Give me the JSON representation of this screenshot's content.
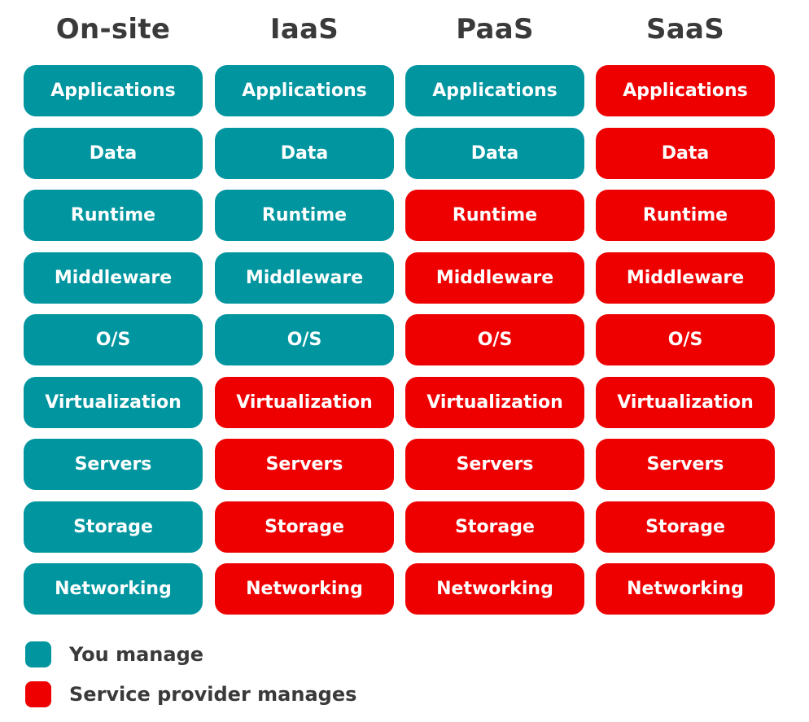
{
  "colors": {
    "you": "#00959f",
    "provider": "#ee0000",
    "text": "#3a3a3a"
  },
  "layers": [
    "Applications",
    "Data",
    "Runtime",
    "Middleware",
    "O/S",
    "Virtualization",
    "Servers",
    "Storage",
    "Networking"
  ],
  "columns": [
    {
      "title": "On-site",
      "provider_from": 9
    },
    {
      "title": "IaaS",
      "provider_from": 5
    },
    {
      "title": "PaaS",
      "provider_from": 2
    },
    {
      "title": "SaaS",
      "provider_from": 0
    }
  ],
  "legend": {
    "you_label": "You manage",
    "provider_label": "Service provider manages"
  }
}
